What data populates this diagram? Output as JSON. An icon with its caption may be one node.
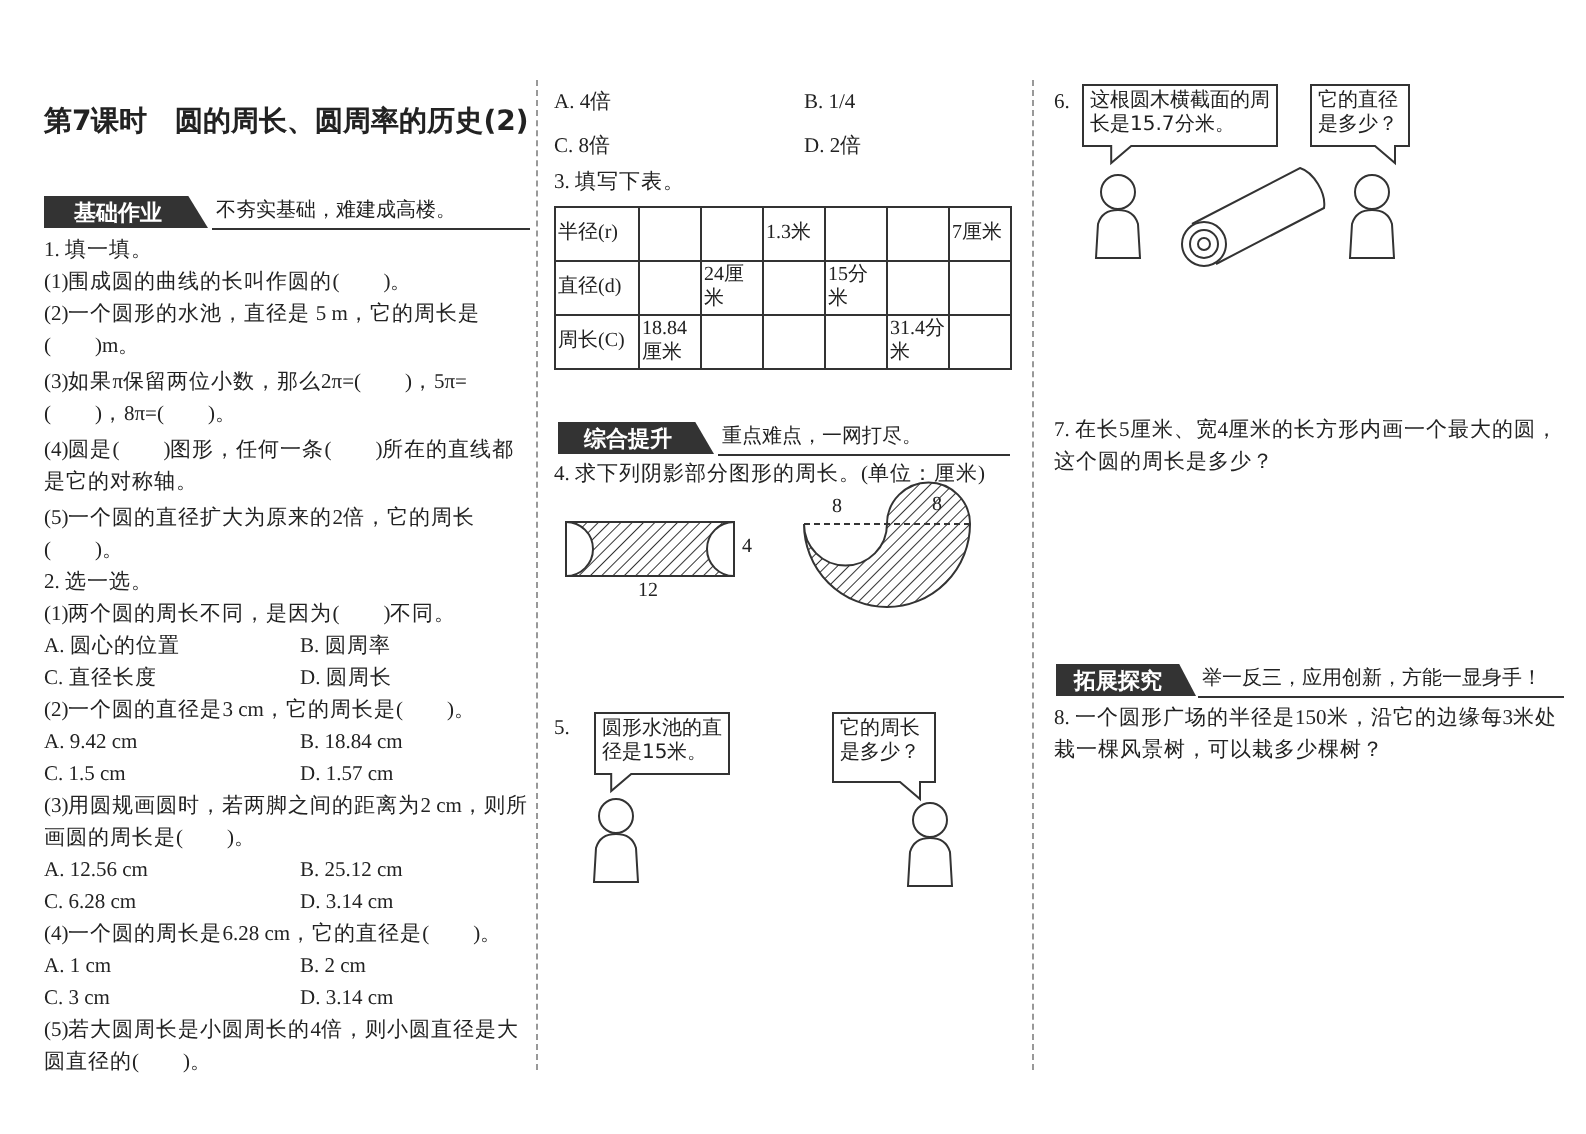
{
  "diagram": {
    "title": "第7课时　圆的周长、圆周率的历史(2)",
    "nodes": [
      {
        "text": [
          "基础作业"
        ],
        "beside": [
          "不夯实基础，难建成高楼。"
        ]
      },
      {
        "text": [
          "综合提升"
        ],
        "beside": [
          "重点难点，一网打尽。"
        ]
      },
      {
        "text": [
          "拓展探究"
        ],
        "beside": [
          "举一反三，应用创新，方能一显身手！"
        ]
      },
      {
        "text": [
          "圆形水池的直径是15米。"
        ]
      },
      {
        "text": [
          "它的周长是多少？"
        ]
      },
      {
        "text": [
          "这根圆木横截面的周长是15.7分米。"
        ]
      },
      {
        "text": [
          "它的直径是多少？"
        ]
      }
    ],
    "labels": [
      "1. 填一填。",
      "(1)围成圆的曲线的长叫作圆的(　　)。",
      "(2)一个圆形的水池，直径是 5 m，它的周长是(　　)m。",
      "(3)如果π保留两位小数，那么2π=(　　)，5π=(　　)，8π=(　　)。",
      "(4)圆是(　　)图形，任何一条(　　)所在的直线都是它的对称轴。",
      "(5)一个圆的直径扩大为原来的2倍，它的周长(　　)。",
      "2. 选一选。",
      "(1)两个圆的周长不同，是因为(　　)不同。",
      "A. 圆心的位置",
      "B. 圆周率",
      "C. 直径长度",
      "D. 圆周长",
      "(2)一个圆的直径是3 cm，它的周长是(　　)。",
      "A. 9.42 cm",
      "B. 18.84 cm",
      "C. 1.5 cm",
      "D. 1.57 cm",
      "(3)用圆规画圆时，若两脚之间的距离为2 cm，则所画圆的周长是(　　)。",
      "A. 12.56 cm",
      "B. 25.12 cm",
      "C. 6.28 cm",
      "D. 3.14 cm",
      "(4)一个圆的周长是6.28 cm，它的直径是(　　)。",
      "A. 1 cm",
      "B. 2 cm",
      "C. 3 cm",
      "D. 3.14 cm",
      "(5)若大圆周长是小圆周长的4倍，则小圆直径是大圆直径的(　　)。",
      "A. 4倍",
      "B. 1/4",
      "C. 8倍",
      "D. 2倍",
      "3. 填写下表。",
      "半径(r)",
      "1.3米",
      "7厘米",
      "直径(d)",
      "24厘米",
      "15分米",
      "周长(C)",
      "18.84厘米",
      "31.4分米",
      "4. 求下列阴影部分图形的周长。(单位：厘米)",
      "4",
      "12",
      "8",
      "8",
      "5.",
      "6.",
      "7. 在长5厘米、宽4厘米的长方形内画一个最大的圆，这个圆的周长是多少？",
      "8. 一个圆形广场的半径是150米，沿它的边缘每3米处栽一棵风景树，可以栽多少棵树？"
    ]
  }
}
